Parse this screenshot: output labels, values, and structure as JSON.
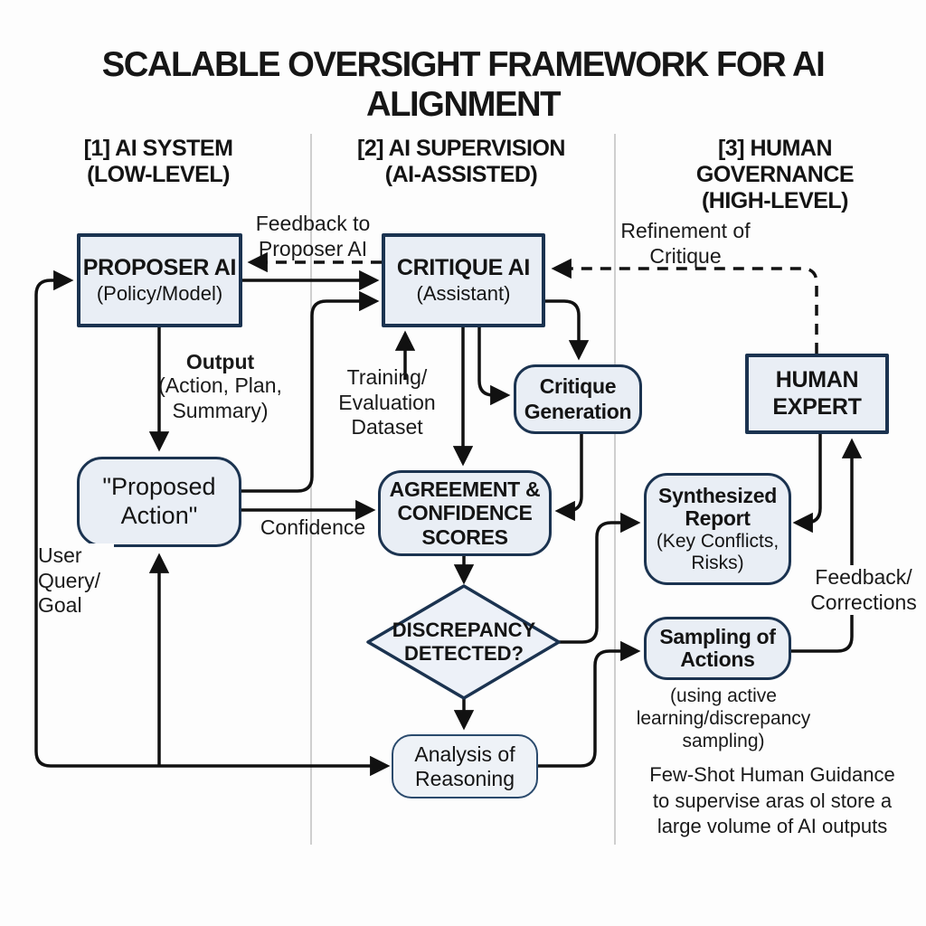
{
  "title": "SCALABLE OVERSIGHT FRAMEWORK FOR AI ALIGNMENT",
  "columns": [
    {
      "header": "[1] AI SYSTEM\n(LOW-LEVEL)"
    },
    {
      "header": "[2] AI SUPERVISION\n(AI-ASSISTED)"
    },
    {
      "header": "[3] HUMAN GOVERNANCE\n(HIGH-LEVEL)"
    }
  ],
  "nodes": {
    "proposer_ai": {
      "title": "PROPOSER AI",
      "subtitle": "(Policy/Model)"
    },
    "critique_ai": {
      "title": "CRITIQUE AI",
      "subtitle": "(Assistant)"
    },
    "human_expert": {
      "title": "HUMAN\nEXPERT"
    },
    "critique_generation": {
      "title": "Critique\nGeneration"
    },
    "proposed_action": {
      "title": "\"Proposed\nAction\""
    },
    "agreement_scores": {
      "title": "AGREEMENT &\nCONFIDENCE\nSCORES"
    },
    "discrepancy": {
      "title": "DISCREPANCY\nDETECTED?"
    },
    "synthesized_report": {
      "title": "Synthesized\nReport",
      "subtitle": "(Key Conflicts,\nRisks)"
    },
    "sampling_actions": {
      "title": "Sampling of\nActions",
      "note": "(using active\nlearning/discrepancy\nsampling)"
    },
    "analysis_reasoning": {
      "title": "Analysis of\nReasoning"
    }
  },
  "labels": {
    "feedback_to_proposer": "Feedback to\nProposer AI",
    "refinement_of_critique": "Refinement of\nCritique",
    "output_title": "Output",
    "output_sub": "(Action, Plan,\nSummary)",
    "training_dataset": "Training/\nEvaluation\nDataset",
    "confidence": "Confidence",
    "user_query": "User\nQuery/\nGoal",
    "feedback_corrections": "Feedback/\nCorrections",
    "few_shot_note": "Few-Shot Human Guidance\nto supervise aras ol store a\nlarge volume of AI outputs"
  },
  "colors": {
    "node_fill": "#e9eef5",
    "node_border": "#1b3350",
    "line": "#111111",
    "divider": "#cfcfcf",
    "background": "#fdfdfd"
  }
}
